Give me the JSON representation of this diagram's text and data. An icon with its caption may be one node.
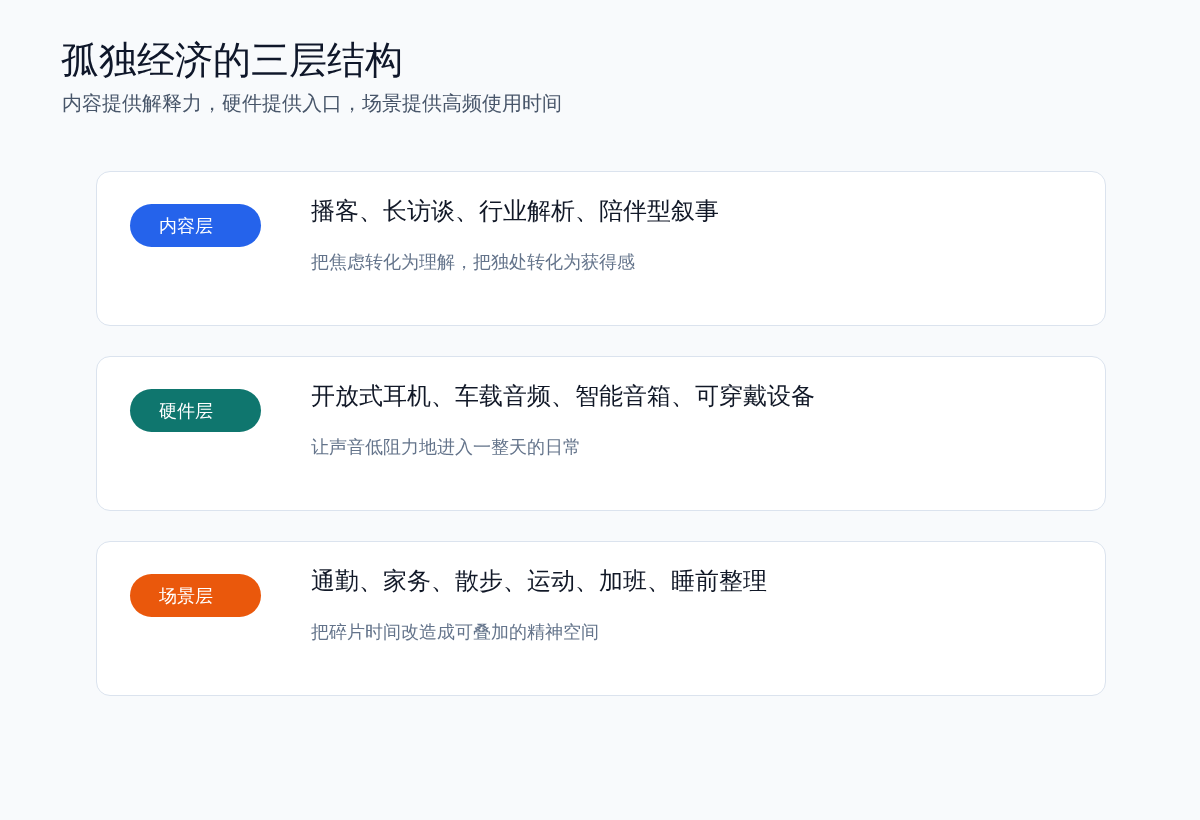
{
  "diagram": {
    "title": "孤独经济的三层结构",
    "caption": "内容提供解释力，硬件提供入口，场景提供高频使用时间",
    "nodes": [
      {
        "text": [
          "播客、长访谈、行业解析、陪伴型叙事",
          "把焦虑转化为理解，把独处转化为获得感"
        ]
      },
      {
        "text": [
          "内容层"
        ],
        "in": 0
      },
      {
        "text": [
          "开放式耳机、车载音频、智能音箱、可穿戴设备",
          "让声音低阻力地进入一整天的日常"
        ]
      },
      {
        "text": [
          "硬件层"
        ],
        "in": 2
      },
      {
        "text": [
          "通勤、家务、散步、运动、加班、睡前整理",
          "把碎片时间改造成可叠加的精神空间"
        ]
      },
      {
        "text": [
          "场景层"
        ],
        "in": 4
      }
    ]
  }
}
